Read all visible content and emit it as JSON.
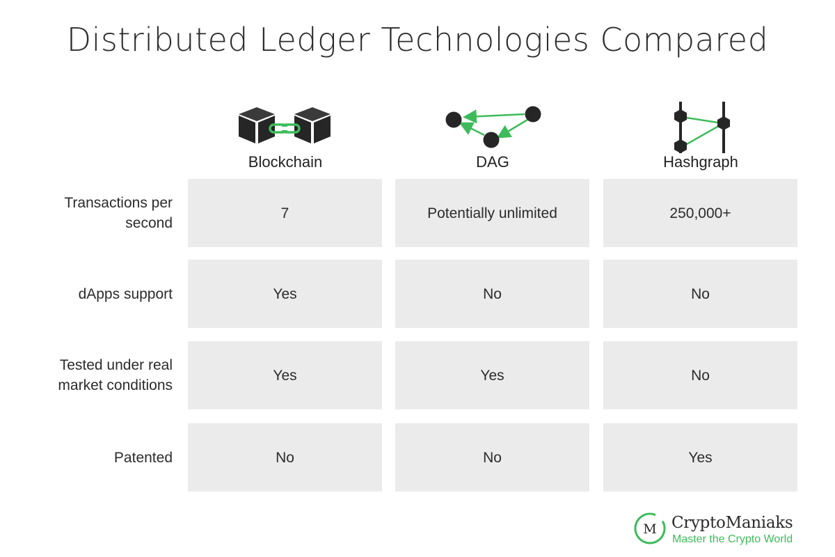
{
  "title": "Distributed Ledger Technologies Compared",
  "columns": [
    {
      "name": "Blockchain",
      "icon": "blockchain-icon"
    },
    {
      "name": "DAG",
      "icon": "dag-icon"
    },
    {
      "name": "Hashgraph",
      "icon": "hashgraph-icon"
    }
  ],
  "rows": [
    {
      "label": "Transactions per second",
      "values": [
        "7",
        "Potentially unlimited",
        "250,000+"
      ]
    },
    {
      "label": "dApps support",
      "values": [
        "Yes",
        "No",
        "No"
      ]
    },
    {
      "label": "Tested under real market conditions",
      "values": [
        "Yes",
        "Yes",
        "No"
      ]
    },
    {
      "label": "Patented",
      "values": [
        "No",
        "No",
        "Yes"
      ]
    }
  ],
  "logo": {
    "mark": "M",
    "brand": "CryptoManiaks",
    "tagline": "Master the Crypto World"
  },
  "colors": {
    "accent": "#3dbb5b",
    "dark": "#2b2b2b",
    "cell_bg": "#ebebeb"
  }
}
